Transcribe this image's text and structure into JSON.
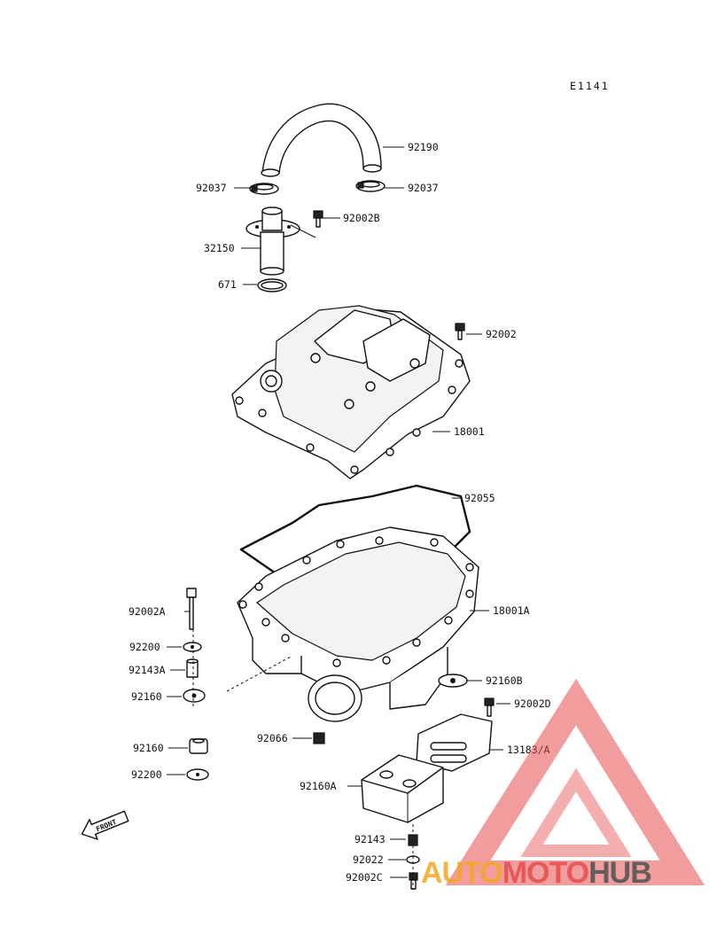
{
  "diagram_code": "E1141",
  "labels": {
    "p92190": "92190",
    "p92037_left": "92037",
    "p92037_right": "92037",
    "p92002B": "92002B",
    "p32150": "32150",
    "p671": "671",
    "p92002_top": "92002",
    "p18001": "18001",
    "p92055": "92055",
    "p18001A": "18001A",
    "p92002A": "92002A",
    "p92200_a": "92200",
    "p92143A": "92143A",
    "p92160_a": "92160",
    "p92160B": "92160B",
    "p92002D": "92002D",
    "p92066": "92066",
    "p13183A": "13183/A",
    "p92160_b": "92160",
    "p92200_b": "92200",
    "p92160A": "92160A",
    "p92143": "92143",
    "p92022": "92022",
    "p92002C": "92002C"
  },
  "front_arrow": "FRONT",
  "watermark": {
    "part1": "AUTO",
    "part2": "MOTO",
    "part3": "HUB",
    "color1": "#f5a623",
    "color2": "#e84c4c",
    "color3": "#555555",
    "triangle_color": "#e84c4c"
  }
}
